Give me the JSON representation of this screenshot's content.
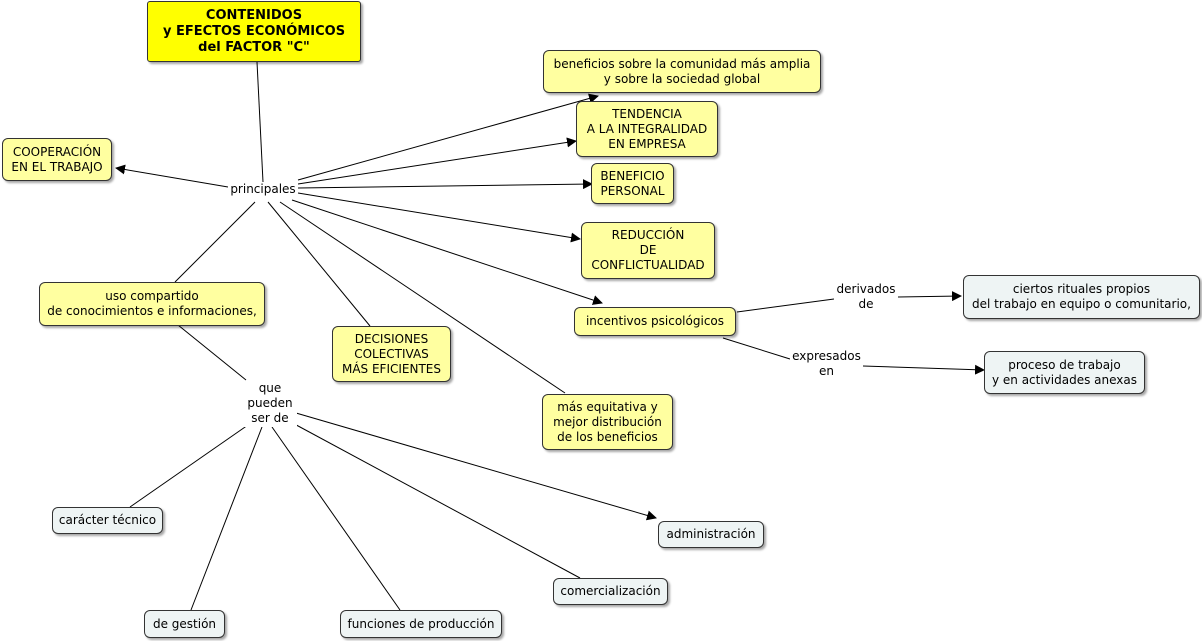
{
  "colors": {
    "root_fill": "#ffff00",
    "concept_fill": "#ffffa0",
    "leaf_fill": "#eef4f4",
    "line": "#000000"
  },
  "concepts": {
    "root": "CONTENIDOS\ny EFECTOS ECONÓMICOS\ndel FACTOR \"C\"",
    "cooperacion": "COOPERACIÓN\nEN EL TRABAJO",
    "beneficios_comunidad": "beneficios sobre la comunidad más amplia\ny sobre la sociedad global",
    "tendencia": "TENDENCIA\nA LA INTEGRALIDAD\nEN EMPRESA",
    "beneficio_personal": "BENEFICIO\nPERSONAL",
    "reduccion": "REDUCCIÓN\nDE\nCONFLICTUALIDAD",
    "incentivos": "incentivos psicológicos",
    "uso_compartido": "uso compartido\nde conocimientos e informaciones,",
    "decisiones": "DECISIONES\nCOLECTIVAS\nMÁS EFICIENTES",
    "equitativa": "más equitativa y\nmejor distribución\nde los beneficios",
    "rituales": "ciertos rituales propios\ndel trabajo en equipo o comunitario,",
    "proceso": "proceso de trabajo\ny en actividades anexas",
    "caracter_tecnico": "carácter técnico",
    "gestion": "de gestión",
    "funciones": "funciones de producción",
    "comercializacion": "comercialización",
    "administracion": "administración"
  },
  "linking_phrases": {
    "principales": "principales",
    "que_pueden": "que\npueden\nser de",
    "derivados": "derivados\nde",
    "expresados": "expresados\nen"
  }
}
